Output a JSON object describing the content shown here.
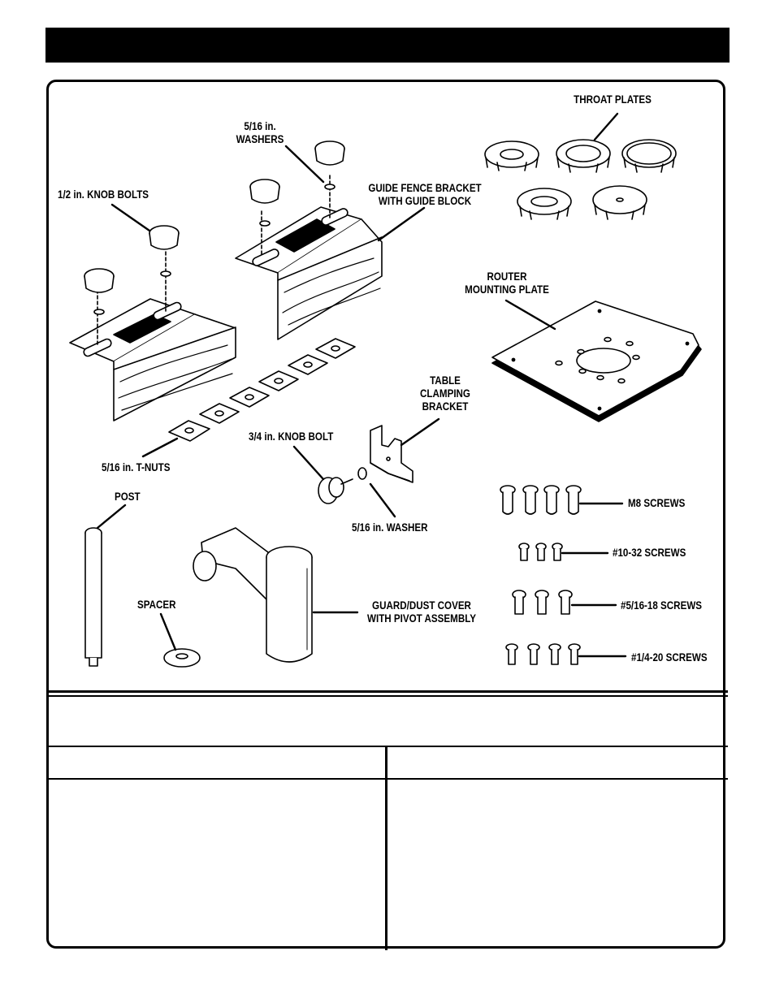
{
  "labels": {
    "throat_plates": "THROAT PLATES",
    "washers_516": "5/16 in.\nWASHERS",
    "knob_bolts_12": "1/2 in. KNOB BOLTS",
    "guide_fence": "GUIDE FENCE BRACKET\nWITH GUIDE BLOCK",
    "router_plate": "ROUTER\nMOUNTING PLATE",
    "table_clamping": "TABLE\nCLAMPING\nBRACKET",
    "knob_bolt_34": "3/4 in. KNOB BOLT",
    "t_nuts": "5/16 in. T-NUTS",
    "post": "POST",
    "washer_516": "5/16 in. WASHER",
    "m8_screws": "M8 SCREWS",
    "screws_1032": "#10-32 SCREWS",
    "spacer": "SPACER",
    "guard": "GUARD/DUST COVER\nWITH PIVOT ASSEMBLY",
    "screws_51618": "#5/16-18 SCREWS",
    "screws_1420": "#1/4-20 SCREWS"
  },
  "colors": {
    "ink": "#000000",
    "paper": "#ffffff"
  }
}
